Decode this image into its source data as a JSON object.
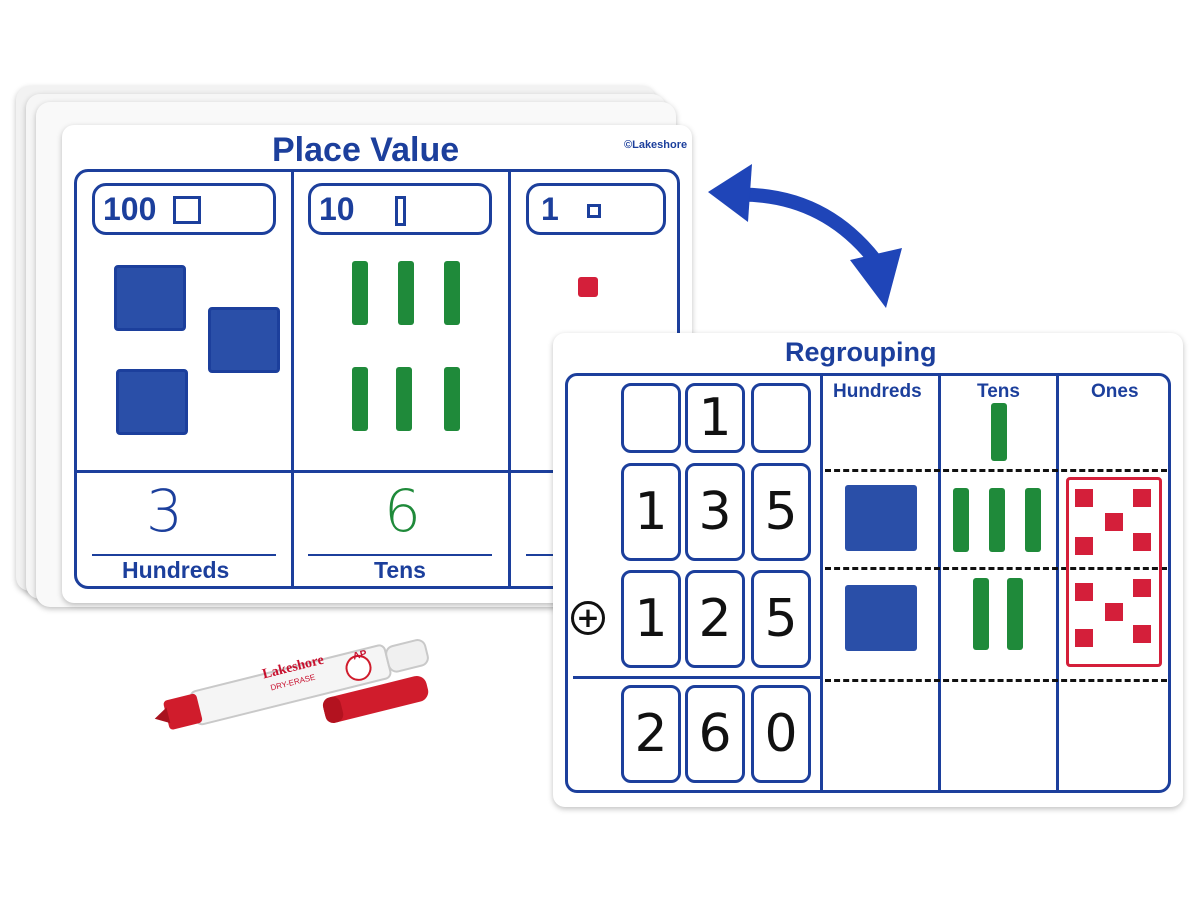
{
  "place_value_board": {
    "title": "Place Value",
    "brand": "©Lakeshore",
    "columns": [
      {
        "header_value": "100",
        "digit": "3",
        "label": "Hundreds"
      },
      {
        "header_value": "10",
        "digit": "6",
        "label": "Tens"
      },
      {
        "header_value": "1"
      }
    ]
  },
  "regrouping_board": {
    "title": "Regrouping",
    "carry_row": [
      "",
      "1",
      ""
    ],
    "addend1": [
      "1",
      "3",
      "5"
    ],
    "addend2": [
      "1",
      "2",
      "5"
    ],
    "sum": [
      "2",
      "6",
      "0"
    ],
    "operator": "+",
    "columns": [
      "Hundreds",
      "Tens",
      "Ones"
    ]
  },
  "marker": {
    "brand": "Lakeshore",
    "subtitle": "DRY-ERASE",
    "badge": "AP"
  },
  "colors": {
    "board_blue": "#1c3f9c",
    "block_green": "#1f8a3a",
    "unit_red": "#d41f3a",
    "arrow_blue": "#1f45b8"
  }
}
